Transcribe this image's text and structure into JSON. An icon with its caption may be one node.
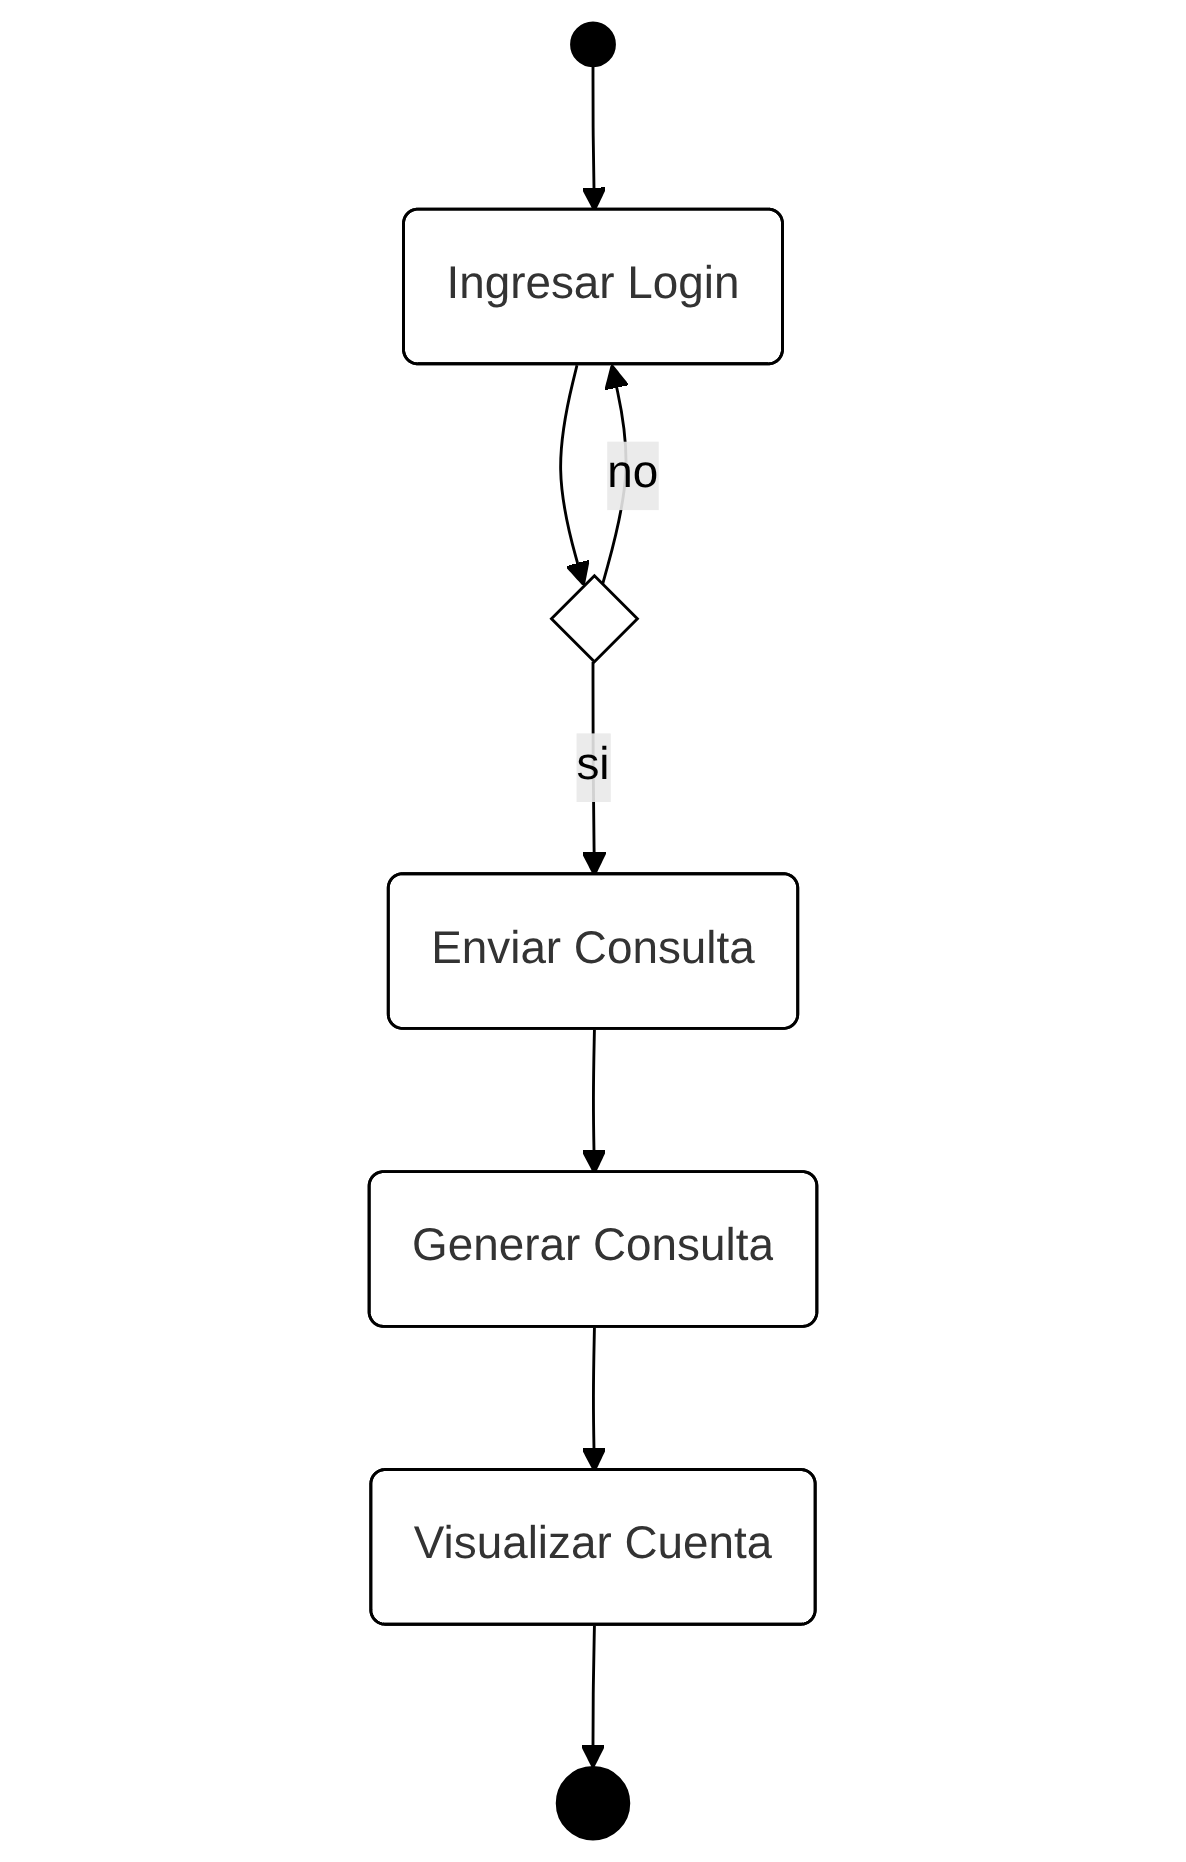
{
  "diagram": {
    "nodes": [
      {
        "text": [],
        "shape": "circle"
      },
      {
        "text": [
          "Ingresar Login"
        ]
      },
      {
        "text": [],
        "shape": "diamond"
      },
      {
        "text": [
          "Enviar Consulta"
        ]
      },
      {
        "text": [
          "Generar Consulta"
        ]
      },
      {
        "text": [
          "Visualizar Cuenta"
        ]
      },
      {
        "text": [],
        "shape": "circle"
      }
    ],
    "edges": [
      {
        "from": 0,
        "to": 1,
        "arrow": "to"
      },
      {
        "from": 1,
        "to": 2,
        "arrow": "to"
      },
      {
        "from": 2,
        "to": 1,
        "arrow": "to",
        "label": "no"
      },
      {
        "from": 2,
        "to": 3,
        "arrow": "to",
        "label": "si"
      },
      {
        "from": 3,
        "to": 4,
        "arrow": "to"
      },
      {
        "from": 4,
        "to": 5,
        "arrow": "to"
      },
      {
        "from": 5,
        "to": 6,
        "arrow": "to"
      }
    ]
  }
}
